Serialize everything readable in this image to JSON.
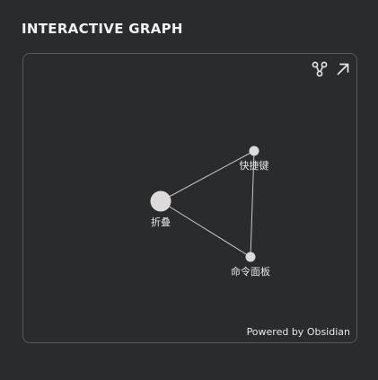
{
  "widget": {
    "title": "INTERACTIVE GRAPH",
    "powered_by": "Powered by Obsidian"
  },
  "toolbar": {
    "global_graph_icon": "graph-nodes-icon",
    "open_icon": "arrow-up-right-icon"
  },
  "graph": {
    "nodes": [
      {
        "id": "fold",
        "label": "折叠"
      },
      {
        "id": "shortcut",
        "label": "快捷键"
      },
      {
        "id": "palette",
        "label": "命令面板"
      }
    ],
    "edges": [
      {
        "from": "fold",
        "to": "shortcut"
      },
      {
        "from": "fold",
        "to": "palette"
      },
      {
        "from": "shortcut",
        "to": "palette"
      }
    ]
  },
  "colors": {
    "background": "#2a2b2d",
    "edge": "#c8c8c8",
    "node": "#dcdada",
    "text": "#e6e6e6"
  }
}
